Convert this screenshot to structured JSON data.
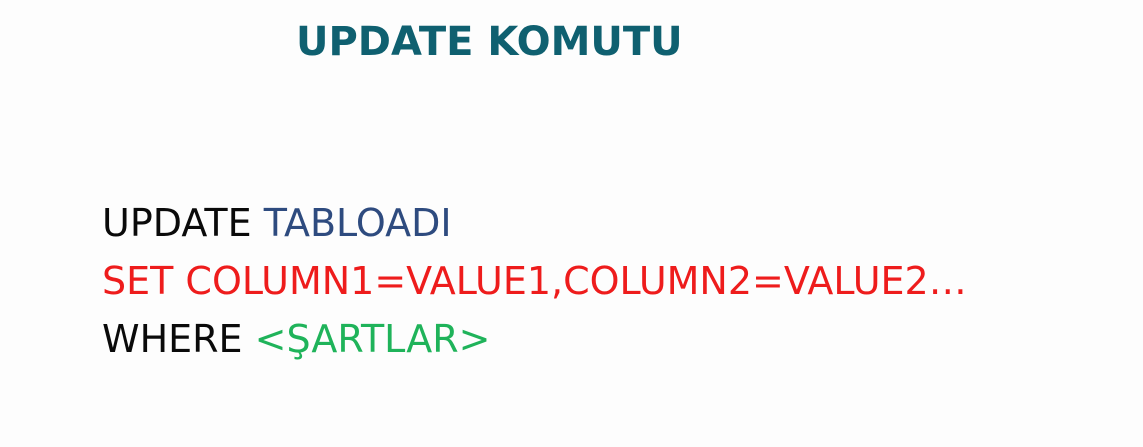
{
  "title": "UPDATE KOMUTU",
  "syntax": {
    "line1": {
      "keyword": "UPDATE",
      "table": "TABLOADI"
    },
    "line2": {
      "text": "SET COLUMN1=VALUE1,COLUMN2=VALUE2…"
    },
    "line3": {
      "keyword": "WHERE",
      "condition": "<ŞARTLAR>"
    }
  },
  "colors": {
    "title": "#0f6070",
    "keyword": "#0a0a0a",
    "table": "#2e4b7f",
    "set": "#ee1c1c",
    "condition": "#1fb35a",
    "background": "#fdfdfd"
  }
}
